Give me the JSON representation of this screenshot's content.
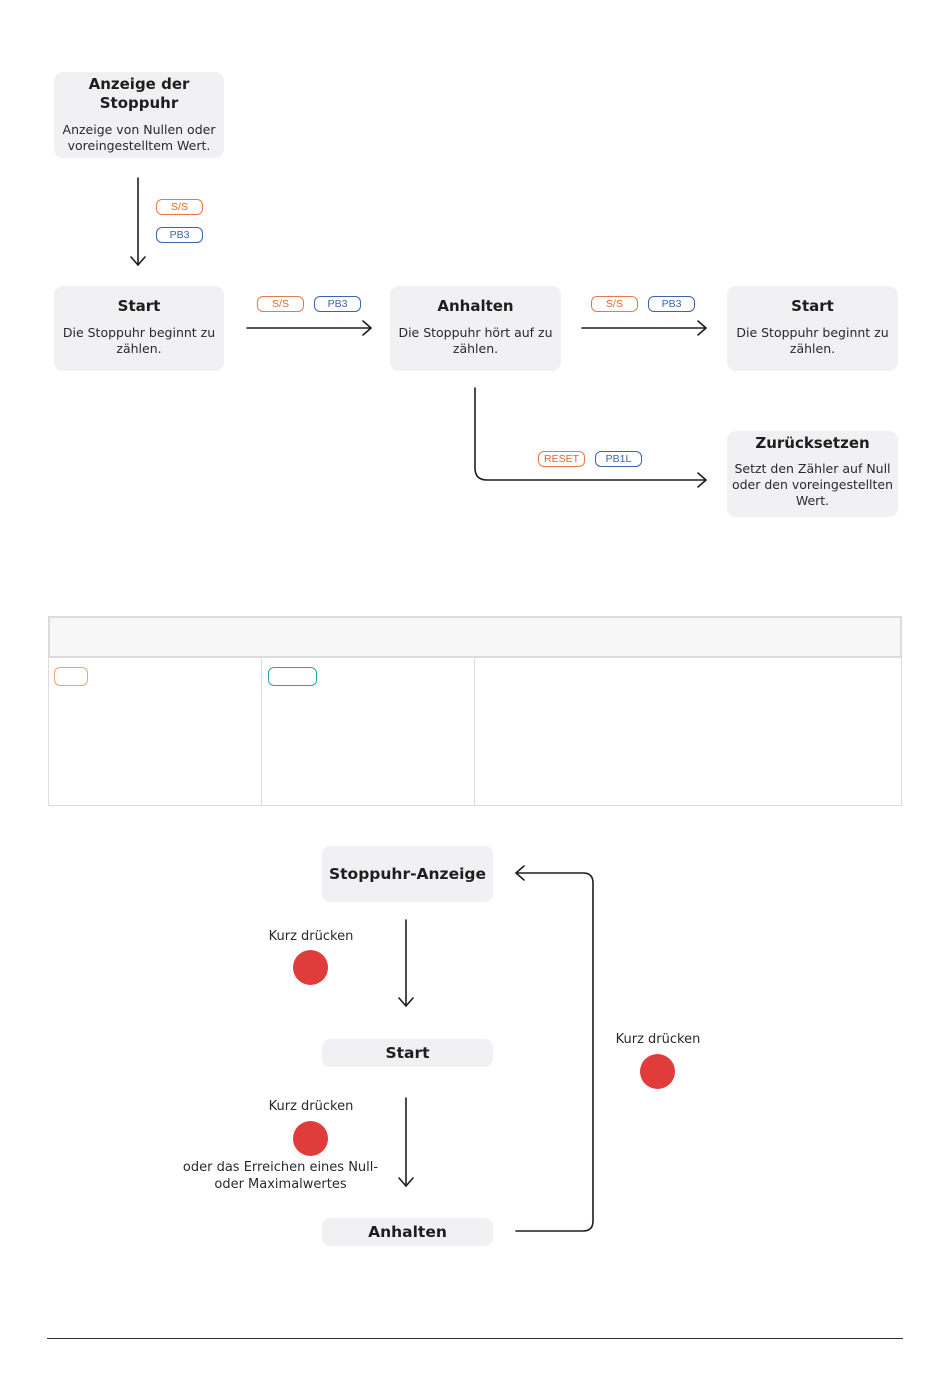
{
  "flow": {
    "display": {
      "title": "Anzeige der Stoppuhr",
      "desc": "Anzeige von Nullen oder voreingestelltem Wert."
    },
    "start1": {
      "title": "Start",
      "desc": "Die Stoppuhr beginnt zu zählen."
    },
    "stop": {
      "title": "Anhalten",
      "desc": "Die Stoppuhr hört auf zu zählen."
    },
    "start2": {
      "title": "Start",
      "desc": "Die Stoppuhr beginnt zu zählen."
    },
    "reset": {
      "title": "Zurücksetzen",
      "desc": "Setzt den Zähler auf Null oder den voreingestellten Wert."
    },
    "tags": {
      "ss": "S/S",
      "pb3": "PB3",
      "reset": "RESET",
      "pb1l": "PB1L"
    },
    "colors": {
      "orange": "#e0642c",
      "blue": "#3d62b0",
      "teal": "#2aa3b8"
    }
  },
  "flow2": {
    "display": "Stoppuhr-Anzeige",
    "start": "Start",
    "stop": "Anhalten",
    "press1": "Kurz drücken",
    "press2": "Kurz drücken",
    "press2_note": "oder das Erreichen eines Null- oder Maximalwertes",
    "press3": "Kurz drücken",
    "button_color": "#e03c3c"
  }
}
